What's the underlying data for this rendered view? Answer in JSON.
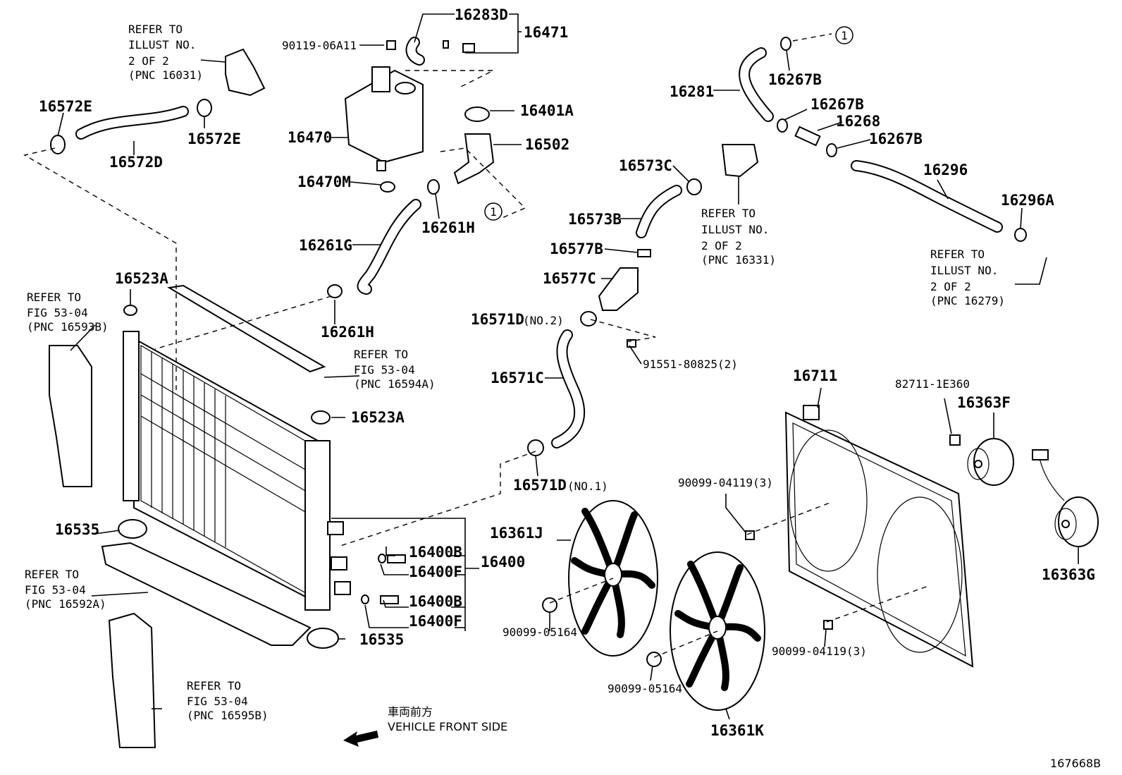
{
  "diagram": {
    "part_labels": {
      "p16283D": "16283D",
      "p16471": "16471",
      "p90119": "90119-06A11",
      "p16572E_a": "16572E",
      "p16572E_b": "16572E",
      "p16572D": "16572D",
      "p16470": "16470",
      "p16401A": "16401A",
      "p16502": "16502",
      "p16470M": "16470M",
      "p16261G": "16261G",
      "p16261H_a": "16261H",
      "p16261H_b": "16261H",
      "p16523A_a": "16523A",
      "p16523A_b": "16523A",
      "p16281": "16281",
      "p16267B_a": "16267B",
      "p16267B_b": "16267B",
      "p16267B_c": "16267B",
      "p16268": "16268",
      "p16296": "16296",
      "p16296A": "16296A",
      "p16573C": "16573C",
      "p16573B": "16573B",
      "p16577B": "16577B",
      "p16577C": "16577C",
      "p16571D_2": "16571D",
      "p16571D_2_note": "(NO.2)",
      "p91551": "91551-80825(2)",
      "p16571C": "16571C",
      "p16571D_1": "16571D",
      "p16571D_1_note": "(NO.1)",
      "p16711": "16711",
      "p82711": "82711-1E360",
      "p16363F": "16363F",
      "p16363G": "16363G",
      "p90099_04119_a": "90099-04119(3)",
      "p90099_04119_b": "90099-04119(3)",
      "p16361J": "16361J",
      "p16361K": "16361K",
      "p90099_05164_a": "90099-05164",
      "p90099_05164_b": "90099-05164",
      "p16535_a": "16535",
      "p16535_b": "16535",
      "p16400B_a": "16400B",
      "p16400F_a": "16400F",
      "p16400B_b": "16400B",
      "p16400F_b": "16400F",
      "p16400": "16400"
    },
    "circle_marker": "1",
    "references": {
      "r16031": [
        "REFER TO",
        "ILLUST NO.",
        "2 OF 2",
        "(PNC 16031)"
      ],
      "r16331": [
        "REFER TO",
        "ILLUST NO.",
        "2 OF 2",
        "(PNC 16331)"
      ],
      "r16279": [
        "REFER TO",
        "ILLUST NO.",
        "2 OF 2",
        "(PNC 16279)"
      ],
      "r16593B": [
        "REFER TO",
        "FIG 53-04",
        "(PNC 16593B)"
      ],
      "r16594A": [
        "REFER TO",
        "FIG 53-04",
        "(PNC 16594A)"
      ],
      "r16592A": [
        "REFER TO",
        "FIG 53-04",
        "(PNC 16592A)"
      ],
      "r16595B": [
        "REFER TO",
        "FIG 53-04",
        "(PNC 16595B)"
      ]
    },
    "front_label_jp": "車両前方",
    "front_label_en": "VEHICLE FRONT SIDE",
    "figure_id": "167668B"
  }
}
